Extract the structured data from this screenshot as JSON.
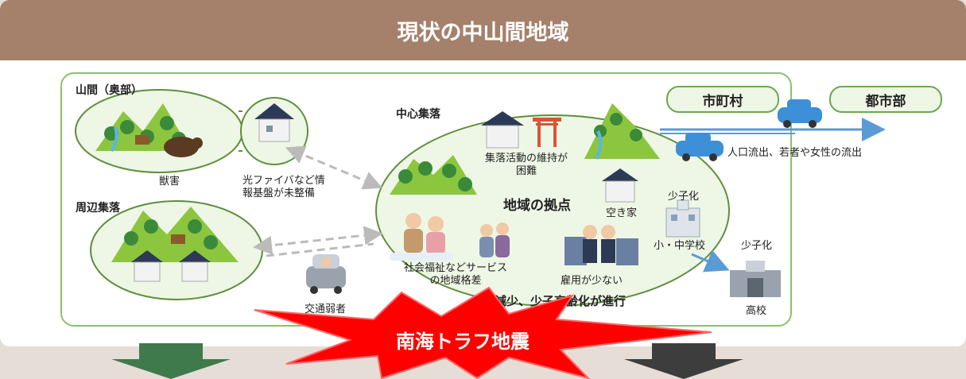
{
  "title": "現状の中山間地域",
  "areas": {
    "mountain": "山間（奥部）",
    "surrounding": "周辺集落",
    "center": "中心集落",
    "municipality": "市町村",
    "urban": "都市部"
  },
  "issues": {
    "beast": "獣害",
    "fiber_1": "光ファイバなど情",
    "fiber_2": "報基盤が未整備",
    "activity_1": "集落活動の維持が",
    "activity_2": "困難",
    "hub": "地域の拠点",
    "vacant": "空き家",
    "low_birth_1": "少子化",
    "school_1": "小・中学校",
    "low_birth_2": "少子化",
    "school_2": "高校",
    "welfare_1": "社会福祉などサービス",
    "welfare_2": "の地域格差",
    "employment": "雇用が少ない",
    "transport": "交通弱者",
    "outflow": "人口流出、若者や女性の流出",
    "aging": "人口減少、少子高齢化が進行"
  },
  "earthquake": "南海トラフ地震",
  "colors": {
    "header": "#a5806a",
    "frame": "#8dbf6a",
    "burst": "#ff0000",
    "arrow_left": "#3f7a4c",
    "arrow_right": "#3d3d3d"
  }
}
